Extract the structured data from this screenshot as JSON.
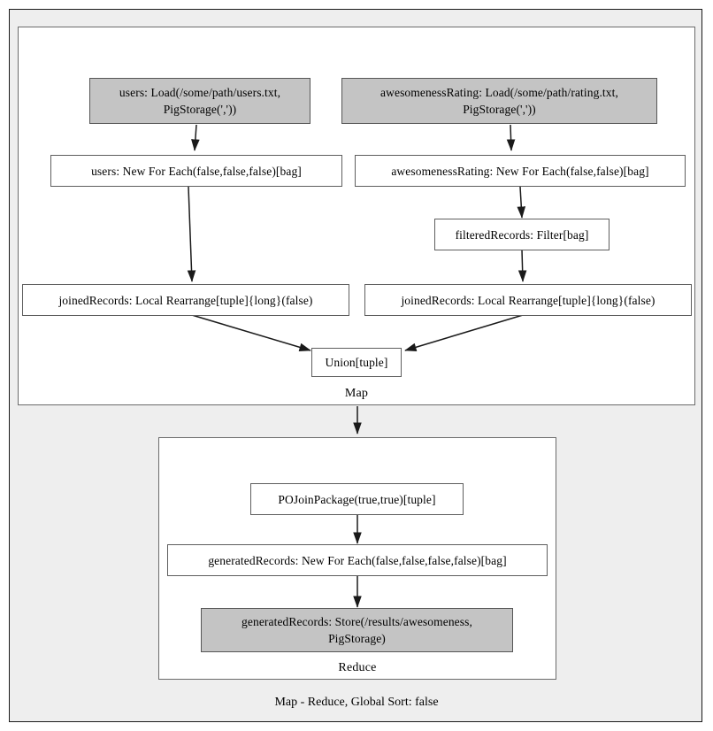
{
  "diagram": {
    "title_caption": "Map - Reduce, Global Sort: false",
    "colors": {
      "page_background": "#ffffff",
      "frame_background": "#eeeeee",
      "cluster_background": "#ffffff",
      "node_background": "#ffffff",
      "shaded_node_background": "#c4c4c4",
      "border": "#5e5e5e",
      "text": "#000000"
    },
    "clusters": [
      {
        "id": "map",
        "label": "Map"
      },
      {
        "id": "reduce",
        "label": "Reduce"
      }
    ],
    "nodes": {
      "users_load": "users: Load(/some/path/users.txt,\nPigStorage(','))",
      "rating_load": "awesomenessRating: Load(/some/path/rating.txt,\nPigStorage(','))",
      "users_foreach": "users: New For Each(false,false,false)[bag]",
      "rating_foreach": "awesomenessRating: New For Each(false,false)[bag]",
      "filtered_records": "filteredRecords: Filter[bag]",
      "joined_left": "joinedRecords: Local Rearrange[tuple]{long}(false)",
      "joined_right": "joinedRecords: Local Rearrange[tuple]{long}(false)",
      "union": "Union[tuple]",
      "join_package": "POJoinPackage(true,true)[tuple]",
      "generated_foreach": "generatedRecords: New For Each(false,false,false,false)[bag]",
      "generated_store": "generatedRecords: Store(/results/awesomeness,\nPigStorage)"
    }
  }
}
